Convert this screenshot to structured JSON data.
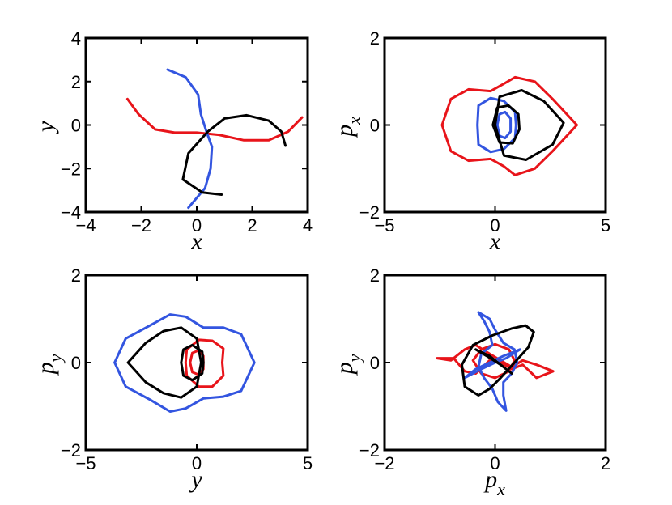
{
  "colors": {
    "red": "#e8141a",
    "blue": "#3355e0",
    "black": "#000000"
  },
  "chart_data": [
    {
      "type": "line",
      "xlabel": "x",
      "ylabel": "y",
      "xlim": [
        -4,
        4
      ],
      "ylim": [
        -4,
        4
      ],
      "xticks": [
        -4,
        -2,
        0,
        2,
        4
      ],
      "yticks": [
        -4,
        -2,
        0,
        2,
        4
      ],
      "xtick_labels": [
        "−4",
        "−2",
        "0",
        "2",
        "4"
      ],
      "ytick_labels": [
        "−4",
        "−2",
        "0",
        "2",
        "4"
      ],
      "grid": false,
      "series": [
        {
          "color": "red",
          "points": [
            [
              -2.5,
              1.2
            ],
            [
              -2.1,
              0.5
            ],
            [
              -1.5,
              -0.2
            ],
            [
              -0.8,
              -0.35
            ],
            [
              0,
              -0.35
            ],
            [
              0.8,
              -0.45
            ],
            [
              1.7,
              -0.7
            ],
            [
              2.6,
              -0.7
            ],
            [
              3.3,
              -0.3
            ],
            [
              3.8,
              0.35
            ]
          ]
        },
        {
          "color": "blue",
          "points": [
            [
              -1.05,
              2.55
            ],
            [
              -0.4,
              2.2
            ],
            [
              0.05,
              1.4
            ],
            [
              0.15,
              0.5
            ],
            [
              0.35,
              -0.3
            ],
            [
              0.55,
              -1.0
            ],
            [
              0.5,
              -2.0
            ],
            [
              0.3,
              -2.9
            ],
            [
              -0.3,
              -3.8
            ]
          ]
        },
        {
          "color": "black",
          "points": [
            [
              0.9,
              -3.2
            ],
            [
              0.2,
              -3.1
            ],
            [
              -0.5,
              -2.5
            ],
            [
              -0.3,
              -1.3
            ],
            [
              0.4,
              -0.3
            ],
            [
              1.0,
              0.3
            ],
            [
              1.8,
              0.45
            ],
            [
              2.6,
              0.2
            ],
            [
              3.05,
              -0.3
            ],
            [
              3.2,
              -0.95
            ]
          ]
        }
      ]
    },
    {
      "type": "line",
      "xlabel": "x",
      "ylabel": "p_x",
      "xlim": [
        -5,
        5
      ],
      "ylim": [
        -2,
        2
      ],
      "xticks": [
        -5,
        0,
        5
      ],
      "yticks": [
        -2,
        0,
        2
      ],
      "xtick_labels": [
        "−5",
        "0",
        "5"
      ],
      "ytick_labels": [
        "−2",
        "0",
        "2"
      ],
      "grid": false,
      "series": [
        {
          "color": "red",
          "points": [
            [
              -2.4,
              0
            ],
            [
              -2.0,
              0.6
            ],
            [
              -1.2,
              0.82
            ],
            [
              -0.2,
              0.78
            ],
            [
              0.4,
              0.95
            ],
            [
              0.9,
              1.1
            ],
            [
              1.8,
              1.0
            ],
            [
              2.6,
              0.6
            ],
            [
              3.7,
              0
            ],
            [
              2.6,
              -0.6
            ],
            [
              1.8,
              -1.0
            ],
            [
              0.9,
              -1.15
            ],
            [
              0.4,
              -0.95
            ],
            [
              -0.2,
              -0.78
            ],
            [
              -1.2,
              -0.82
            ],
            [
              -2.0,
              -0.6
            ],
            [
              -2.4,
              0
            ]
          ]
        },
        {
          "color": "blue",
          "points": [
            [
              -0.8,
              0
            ],
            [
              -0.75,
              0.45
            ],
            [
              -0.2,
              0.62
            ],
            [
              0.4,
              0.55
            ],
            [
              0.9,
              0.3
            ],
            [
              0.95,
              0
            ],
            [
              0.9,
              -0.3
            ],
            [
              0.4,
              -0.55
            ],
            [
              -0.2,
              -0.62
            ],
            [
              -0.75,
              -0.45
            ],
            [
              -0.8,
              0
            ]
          ]
        },
        {
          "color": "blue",
          "points": [
            [
              0.1,
              0
            ],
            [
              0.2,
              0.25
            ],
            [
              0.45,
              0.3
            ],
            [
              0.7,
              0.15
            ],
            [
              0.7,
              -0.15
            ],
            [
              0.45,
              -0.3
            ],
            [
              0.2,
              -0.25
            ],
            [
              0.1,
              0
            ]
          ]
        },
        {
          "color": "black",
          "points": [
            [
              0,
              0
            ],
            [
              0.2,
              0.65
            ],
            [
              1.2,
              0.8
            ],
            [
              2.2,
              0.55
            ],
            [
              3.1,
              0.05
            ],
            [
              2.6,
              -0.45
            ],
            [
              1.4,
              -0.8
            ],
            [
              0.4,
              -0.7
            ],
            [
              0,
              0
            ]
          ]
        },
        {
          "color": "black",
          "points": [
            [
              -0.1,
              0
            ],
            [
              0.1,
              0.4
            ],
            [
              0.6,
              0.45
            ],
            [
              1.05,
              0.25
            ],
            [
              1.1,
              -0.1
            ],
            [
              0.8,
              -0.42
            ],
            [
              0.2,
              -0.4
            ],
            [
              -0.1,
              0
            ]
          ]
        }
      ]
    },
    {
      "type": "line",
      "xlabel": "y",
      "ylabel": "p_y",
      "xlim": [
        -5,
        5
      ],
      "ylim": [
        -2,
        2
      ],
      "xticks": [
        -5,
        0,
        5
      ],
      "yticks": [
        -2,
        0,
        2
      ],
      "xtick_labels": [
        "−5",
        "0",
        "5"
      ],
      "ytick_labels": [
        "−2",
        "0",
        "2"
      ],
      "grid": false,
      "series": [
        {
          "color": "blue",
          "points": [
            [
              -3.7,
              0
            ],
            [
              -3.2,
              0.55
            ],
            [
              -2.1,
              0.85
            ],
            [
              -1.2,
              1.1
            ],
            [
              -0.5,
              1.05
            ],
            [
              0.3,
              0.8
            ],
            [
              1.2,
              0.8
            ],
            [
              2.0,
              0.65
            ],
            [
              2.6,
              0
            ],
            [
              2.0,
              -0.65
            ],
            [
              1.2,
              -0.78
            ],
            [
              0.3,
              -0.82
            ],
            [
              -0.5,
              -1.05
            ],
            [
              -1.2,
              -1.12
            ],
            [
              -2.1,
              -0.85
            ],
            [
              -3.2,
              -0.55
            ],
            [
              -3.7,
              0
            ]
          ]
        },
        {
          "color": "red",
          "points": [
            [
              -0.5,
              0
            ],
            [
              -0.45,
              0.3
            ],
            [
              0.1,
              0.52
            ],
            [
              0.7,
              0.5
            ],
            [
              1.2,
              0.32
            ],
            [
              1.15,
              0
            ],
            [
              1.2,
              -0.3
            ],
            [
              0.7,
              -0.55
            ],
            [
              0.1,
              -0.55
            ],
            [
              -0.45,
              -0.3
            ],
            [
              -0.5,
              0
            ]
          ]
        },
        {
          "color": "red",
          "points": [
            [
              -0.3,
              0
            ],
            [
              -0.2,
              0.22
            ],
            [
              0.1,
              0.28
            ],
            [
              0.3,
              0.15
            ],
            [
              0.3,
              -0.15
            ],
            [
              0.1,
              -0.28
            ],
            [
              -0.2,
              -0.22
            ],
            [
              -0.3,
              0
            ]
          ]
        },
        {
          "color": "black",
          "points": [
            [
              -3.1,
              0
            ],
            [
              -2.3,
              0.45
            ],
            [
              -1.5,
              0.72
            ],
            [
              -0.7,
              0.8
            ],
            [
              0.0,
              0.55
            ],
            [
              0.2,
              0.0
            ],
            [
              0.0,
              -0.55
            ],
            [
              -0.7,
              -0.8
            ],
            [
              -1.5,
              -0.7
            ],
            [
              -2.3,
              -0.45
            ],
            [
              -3.1,
              0
            ]
          ]
        },
        {
          "color": "black",
          "points": [
            [
              -0.7,
              0
            ],
            [
              -0.6,
              0.3
            ],
            [
              -0.2,
              0.4
            ],
            [
              0.25,
              0.25
            ],
            [
              0.3,
              0
            ],
            [
              0.25,
              -0.25
            ],
            [
              -0.2,
              -0.4
            ],
            [
              -0.6,
              -0.3
            ],
            [
              -0.7,
              0
            ]
          ]
        }
      ]
    },
    {
      "type": "line",
      "xlabel": "p_x",
      "ylabel": "p_y",
      "xlim": [
        -2,
        2
      ],
      "ylim": [
        -2,
        2
      ],
      "xticks": [
        -2,
        0,
        2
      ],
      "yticks": [
        -2,
        0,
        2
      ],
      "xtick_labels": [
        "−2",
        "0",
        "2"
      ],
      "ytick_labels": [
        "−2",
        "0",
        "2"
      ],
      "grid": false,
      "series": [
        {
          "color": "red",
          "points": [
            [
              -1.05,
              0.1
            ],
            [
              -0.8,
              0.05
            ],
            [
              -0.55,
              0.3
            ],
            [
              -0.35,
              0.4
            ],
            [
              -0.1,
              0.2
            ],
            [
              0.1,
              0.05
            ],
            [
              0.3,
              -0.1
            ],
            [
              0.5,
              0.05
            ],
            [
              0.75,
              -0.05
            ],
            [
              1.05,
              -0.2
            ],
            [
              0.75,
              -0.35
            ],
            [
              0.5,
              -0.05
            ],
            [
              0.3,
              -0.15
            ],
            [
              0.1,
              0
            ],
            [
              -0.1,
              0.05
            ],
            [
              -0.35,
              -0.25
            ],
            [
              -0.55,
              -0.2
            ],
            [
              -0.75,
              0.1
            ],
            [
              -1.05,
              0.1
            ]
          ]
        },
        {
          "color": "red",
          "points": [
            [
              -0.4,
              0.05
            ],
            [
              -0.25,
              0.3
            ],
            [
              0,
              0.42
            ],
            [
              0.25,
              0.3
            ],
            [
              0.35,
              0.05
            ],
            [
              0.25,
              -0.2
            ],
            [
              0,
              -0.35
            ],
            [
              -0.25,
              -0.25
            ],
            [
              -0.4,
              0.05
            ]
          ]
        },
        {
          "color": "blue",
          "points": [
            [
              -0.3,
              1.15
            ],
            [
              -0.1,
              1.0
            ],
            [
              0.0,
              0.75
            ],
            [
              0.15,
              0.45
            ],
            [
              0.35,
              0.3
            ],
            [
              0.4,
              0.0
            ],
            [
              0.3,
              -0.25
            ],
            [
              0.15,
              -0.45
            ],
            [
              0.15,
              -0.75
            ],
            [
              0.2,
              -1.1
            ],
            [
              0.05,
              -0.9
            ],
            [
              -0.05,
              -0.6
            ],
            [
              -0.2,
              -0.35
            ],
            [
              -0.3,
              -0.1
            ],
            [
              -0.25,
              0.2
            ],
            [
              -0.05,
              0.4
            ],
            [
              -0.1,
              0.7
            ],
            [
              -0.2,
              0.95
            ],
            [
              -0.3,
              1.15
            ]
          ]
        },
        {
          "color": "blue",
          "points": [
            [
              -0.55,
              -0.35
            ],
            [
              -0.35,
              -0.15
            ],
            [
              -0.1,
              0.0
            ],
            [
              0.15,
              0.15
            ],
            [
              0.45,
              0.3
            ],
            [
              0.2,
              0.1
            ],
            [
              0,
              0
            ],
            [
              -0.25,
              -0.15
            ],
            [
              -0.55,
              -0.35
            ]
          ]
        },
        {
          "color": "black",
          "points": [
            [
              -0.6,
              -0.05
            ],
            [
              -0.4,
              0.4
            ],
            [
              -0.05,
              0.62
            ],
            [
              0.3,
              0.78
            ],
            [
              0.55,
              0.85
            ],
            [
              0.7,
              0.7
            ],
            [
              0.6,
              0.35
            ],
            [
              0.35,
              0.0
            ],
            [
              0.1,
              -0.35
            ],
            [
              -0.1,
              -0.6
            ],
            [
              -0.3,
              -0.75
            ],
            [
              -0.55,
              -0.55
            ],
            [
              -0.6,
              -0.05
            ]
          ]
        },
        {
          "color": "black",
          "points": [
            [
              -0.35,
              0.3
            ],
            [
              -0.1,
              0.15
            ],
            [
              0.1,
              -0.05
            ],
            [
              0.3,
              -0.25
            ],
            [
              0.1,
              -0.05
            ],
            [
              -0.15,
              0.15
            ],
            [
              -0.35,
              0.3
            ]
          ]
        }
      ]
    }
  ]
}
